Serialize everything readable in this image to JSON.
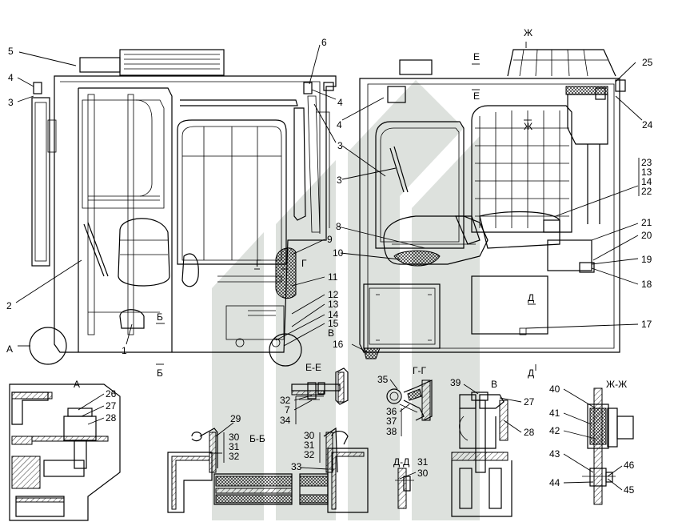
{
  "labels": {
    "n1": "1",
    "n2": "2",
    "n3a": "3",
    "n3b": "3",
    "n3c": "3",
    "n4a": "4",
    "n4b": "4",
    "n4c": "4",
    "n5": "5",
    "n6": "6",
    "n8": "8",
    "n9": "9",
    "n10": "10",
    "n11": "11",
    "n12": "12",
    "n13": "13",
    "n14": "14",
    "n15": "15",
    "n16": "16",
    "n17": "17",
    "n18": "18",
    "n19": "19",
    "n20": "20",
    "n21": "21",
    "n23": "23",
    "n13b": "13",
    "n14b": "14",
    "n22": "22",
    "n24": "24",
    "n25": "25"
  },
  "section_marks": {
    "A": "А",
    "B_top": "Б",
    "B_bot": "Б",
    "V": "В",
    "G1": "Г",
    "G2": "Г",
    "D_top": "Д",
    "D_bot": "Д",
    "E_top": "Е",
    "E_bot": "Е",
    "Zh_top": "Ж",
    "Zh_mid": "Ж"
  },
  "details": {
    "A": {
      "title": "А",
      "n26": "26",
      "n27": "27",
      "n28": "28"
    },
    "EE": {
      "title": "Е-Е",
      "n32": "32",
      "n7": "7",
      "n34": "34"
    },
    "GG": {
      "title": "Г-Г",
      "n35": "35",
      "n36": "36",
      "n37": "37",
      "n38": "38"
    },
    "V": {
      "title": "В",
      "n39": "39",
      "n27": "27",
      "n28": "28"
    },
    "ZhZh": {
      "title": "Ж-Ж",
      "n40": "40",
      "n41": "41",
      "n42": "42",
      "n43": "43",
      "n44": "44",
      "n45": "45",
      "n46": "46"
    },
    "BB": {
      "title": "Б-Б",
      "n29": "29",
      "n30": "30",
      "n31": "31",
      "n32": "32",
      "n30b": "30",
      "n31b": "31",
      "n32b": "32",
      "n33": "33"
    },
    "DD": {
      "title": "Д-Д",
      "n31": "31",
      "n30": "30"
    }
  }
}
